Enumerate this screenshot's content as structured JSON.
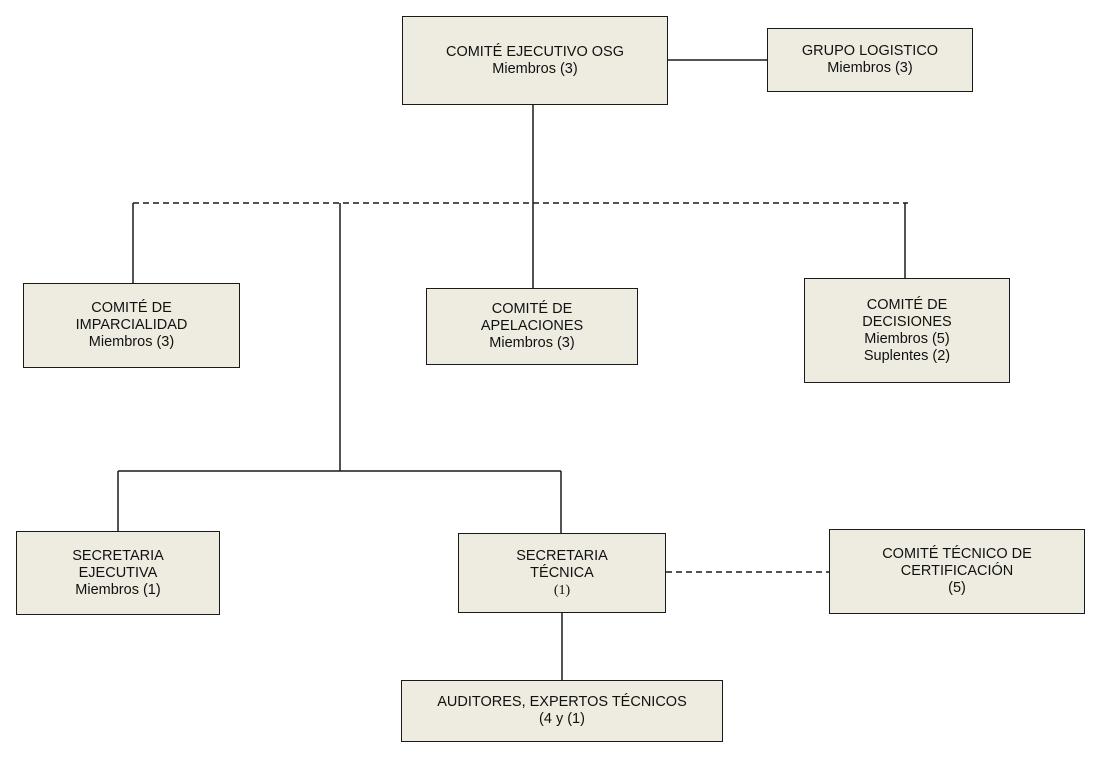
{
  "colors": {
    "box_fill": "#eeebe0",
    "line": "#1a1a1a"
  },
  "nodes": {
    "executive": {
      "lines": [
        "COMITÉ EJECUTIVO OSG",
        "Miembros (3)"
      ]
    },
    "logistics": {
      "lines": [
        "GRUPO LOGISTICO",
        "Miembros (3)"
      ]
    },
    "impartiality": {
      "lines": [
        "COMITÉ DE",
        "IMPARCIALIDAD",
        "Miembros (3)"
      ]
    },
    "appeals": {
      "lines": [
        "COMITÉ DE",
        "APELACIONES",
        "Miembros (3)"
      ]
    },
    "decisions": {
      "lines": [
        "COMITÉ DE",
        "DECISIONES",
        "Miembros (5)",
        "Suplentes (2)"
      ]
    },
    "exec_secretary": {
      "lines": [
        "SECRETARIA",
        "EJECUTIVA",
        "Miembros (1)"
      ]
    },
    "tech_secretary": {
      "lines": [
        "SECRETARIA",
        "TÉCNICA",
        "(1)"
      ]
    },
    "certification": {
      "lines": [
        "COMITÉ TÉCNICO DE",
        "CERTIFICACIÓN",
        "(5)"
      ]
    },
    "auditors": {
      "lines": [
        "AUDITORES, EXPERTOS TÉCNICOS",
        "(4 y (1)"
      ]
    }
  },
  "edges": [
    {
      "from": "executive",
      "to": "logistics",
      "style": "solid"
    },
    {
      "from": "executive",
      "to": "appeals",
      "style": "solid"
    },
    {
      "from": "executive",
      "to": "impartiality",
      "style": "dashed"
    },
    {
      "from": "executive",
      "to": "decisions",
      "style": "dashed"
    },
    {
      "from": "executive",
      "to": "exec_secretary",
      "style": "solid"
    },
    {
      "from": "executive",
      "to": "tech_secretary",
      "style": "solid"
    },
    {
      "from": "tech_secretary",
      "to": "certification",
      "style": "dashed"
    },
    {
      "from": "tech_secretary",
      "to": "auditors",
      "style": "solid"
    }
  ]
}
